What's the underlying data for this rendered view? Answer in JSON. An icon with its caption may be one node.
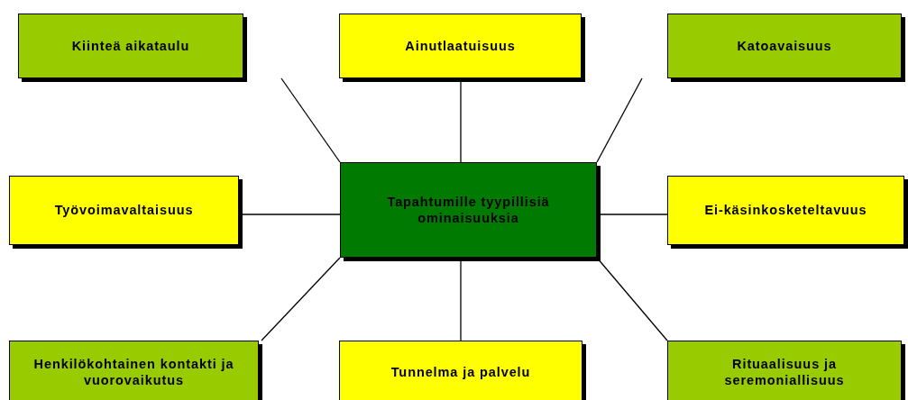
{
  "diagram": {
    "nodes": [
      {
        "text": [
          "Kiinteä aikataulu"
        ]
      },
      {
        "text": [
          "Ainutlaatuisuus"
        ]
      },
      {
        "text": [
          "Katoavaisuus"
        ]
      },
      {
        "text": [
          "Työvoimavaltaisuus"
        ]
      },
      {
        "text": [
          "Tapahtumille tyypillisiä ominaisuuksia"
        ]
      },
      {
        "text": [
          "Ei-käsinkosketeltavuus"
        ]
      },
      {
        "text": [
          "Henkilökohtainen kontakti ja vuorovaikutus"
        ]
      },
      {
        "text": [
          "Tunnelma ja palvelu"
        ]
      },
      {
        "text": [
          "Rituaalisuus ja seremoniallisuus"
        ]
      }
    ],
    "edges": [
      {
        "from": 4,
        "to": 0,
        "arrow": "none"
      },
      {
        "from": 4,
        "to": 1,
        "arrow": "none"
      },
      {
        "from": 4,
        "to": 2,
        "arrow": "none"
      },
      {
        "from": 4,
        "to": 3,
        "arrow": "none"
      },
      {
        "from": 4,
        "to": 5,
        "arrow": "none"
      },
      {
        "from": 4,
        "to": 6,
        "arrow": "none"
      },
      {
        "from": 4,
        "to": 7,
        "arrow": "none"
      },
      {
        "from": 4,
        "to": 8,
        "arrow": "none"
      }
    ]
  }
}
